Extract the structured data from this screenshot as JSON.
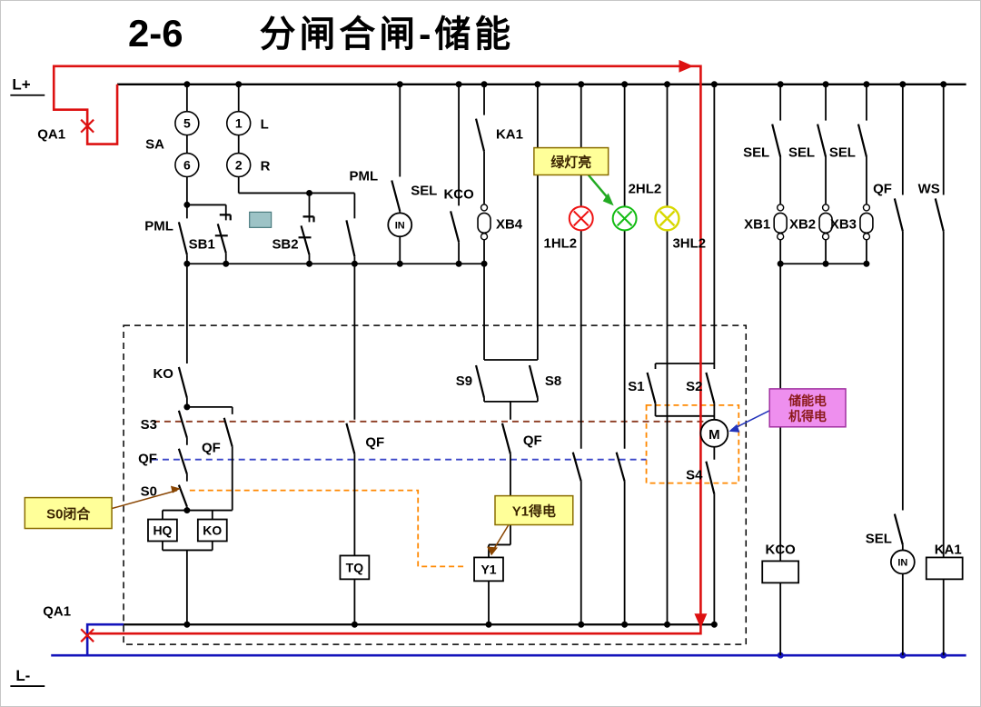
{
  "title": {
    "number": "2-6",
    "text": "分闸合闸-储能"
  },
  "rails": {
    "l_plus": "L+",
    "l_minus": "L-",
    "qa1_top": "QA1",
    "qa1_bottom": "QA1"
  },
  "selector": {
    "sa": "SA",
    "p5": "5",
    "p1": "1",
    "p6": "6",
    "p2": "2",
    "left": "L",
    "right": "R"
  },
  "labels": {
    "pml_left": "PML",
    "pml_mid": "PML",
    "sb1": "SB1",
    "sb2": "SB2",
    "sel_top": "SEL",
    "in_top": "IN",
    "kco_top": "KCO",
    "ka1_top": "KA1",
    "xb4": "XB4",
    "lamp1": "1HL2",
    "lamp2": "2HL2",
    "lamp3": "3HL2",
    "sel_r1": "SEL",
    "sel_r2": "SEL",
    "sel_r3": "SEL",
    "xb1": "XB1",
    "xb2": "XB2",
    "xb3": "XB3",
    "qf_right": "QF",
    "ws": "WS",
    "ko_contact": "KO",
    "s3": "S3",
    "qf_main": "QF",
    "s0": "S0",
    "qf_parallel": "QF",
    "hq_box": "HQ",
    "ko_box": "KO",
    "s9": "S9",
    "s8": "S8",
    "qf_tq": "QF",
    "qf_y1": "QF",
    "tq_box": "TQ",
    "y1_box": "Y1",
    "s1": "S1",
    "s2": "S2",
    "s4": "S4",
    "motor": "M",
    "kco_coil": "KCO",
    "sel_bottom": "SEL",
    "in_bottom": "IN",
    "ka1_coil": "KA1"
  },
  "callouts": {
    "green_lamp": "绿灯亮",
    "s0_closed": "S0闭合",
    "y1_energized": "Y1得电",
    "motor_line1": "储能电",
    "motor_line2": "机得电"
  },
  "colors": {
    "line_red": "#dd1111",
    "line_blue": "#1414bb",
    "callout_yellow_bg": "#ffff99",
    "callout_yellow_border": "#8a6d00",
    "callout_magenta_bg": "#ee8fee",
    "callout_magenta_border": "#a030a0",
    "lamp_red": "#ee1111",
    "lamp_green": "#11bb11",
    "lamp_yellow": "#d8d800",
    "dashed_brown": "#8b3a20",
    "dashed_blue": "#3a46c8",
    "dashed_orange": "#ff8800",
    "interlock_teal": "#9dc3c6"
  }
}
